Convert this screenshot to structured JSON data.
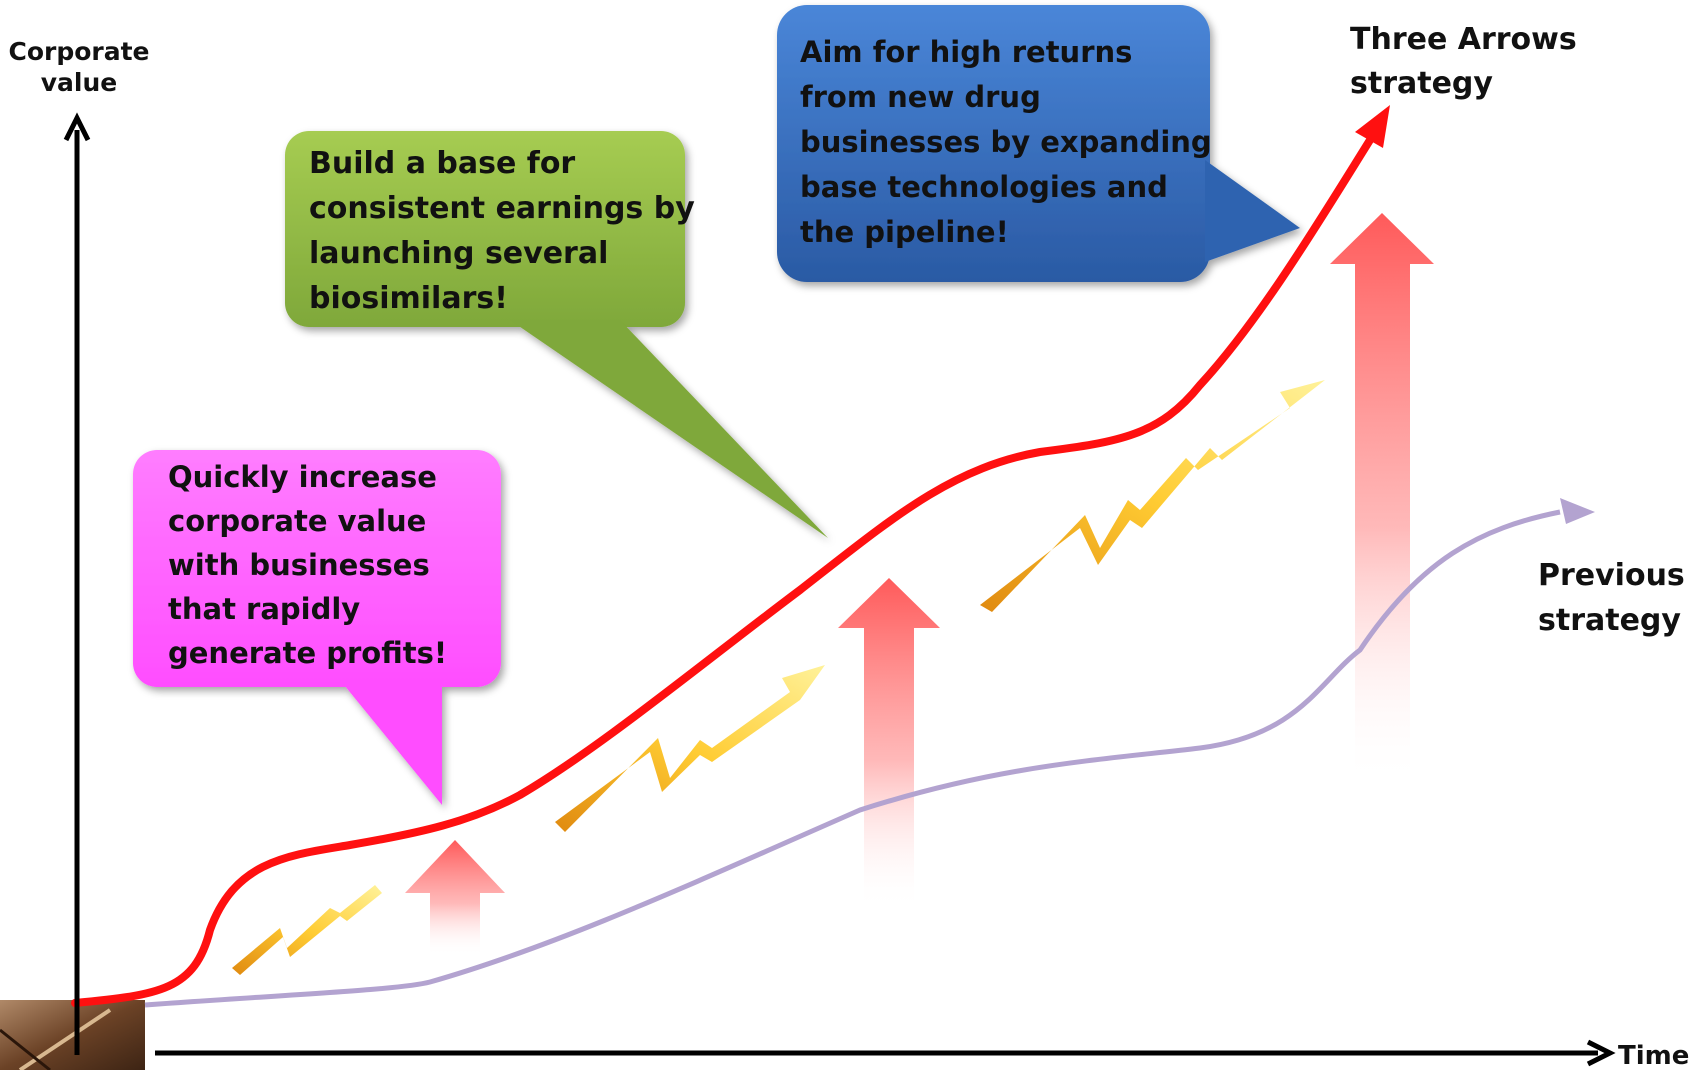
{
  "axes": {
    "y_label": [
      "Corporate",
      "value"
    ],
    "x_label": "Time"
  },
  "series": {
    "three_arrows": [
      "Three Arrows",
      "strategy"
    ],
    "previous": [
      "Previous",
      "strategy"
    ]
  },
  "callouts": {
    "quick": {
      "lines": [
        "Quickly increase",
        "corporate value",
        "with businesses",
        "that rapidly",
        "generate profits!"
      ],
      "fill": "#ff66ff",
      "text_color": "#111111"
    },
    "base": {
      "lines": [
        "Build a base for",
        "consistent earnings by",
        "launching several",
        "biosimilars!"
      ],
      "fill": "#9bc24a",
      "text_color": "#111111"
    },
    "aim": {
      "lines": [
        "Aim for high returns",
        "from new drug",
        "businesses by expanding",
        "base technologies and",
        "the pipeline!"
      ],
      "fill": "#3a6ebd",
      "text_color": "#111111"
    }
  },
  "colors": {
    "three_arrows_line": "#ff1010",
    "previous_line": "#b3a3d0",
    "up_arrow": "#ff5a5a",
    "zigzag_arrow": "#f5c030",
    "axis": "#000000"
  },
  "icons": {
    "corner_image": "brown-decorative-photo"
  }
}
